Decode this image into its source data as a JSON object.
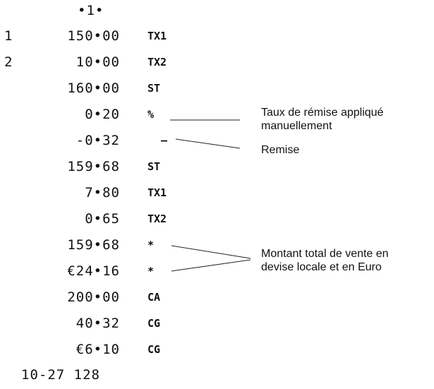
{
  "receipt": {
    "header": "•1•",
    "lines": [
      {
        "index": "1",
        "amount": "150•00",
        "code": "TX1"
      },
      {
        "index": "2",
        "amount": "10•00",
        "code": "TX2"
      },
      {
        "index": "",
        "amount": "160•00",
        "code": "ST"
      },
      {
        "index": "",
        "amount": "0•20",
        "code": "%"
      },
      {
        "index": "",
        "amount": "-0•32",
        "code": "–"
      },
      {
        "index": "",
        "amount": "159•68",
        "code": "ST"
      },
      {
        "index": "",
        "amount": "7•80",
        "code": "TX1"
      },
      {
        "index": "",
        "amount": "0•65",
        "code": "TX2"
      },
      {
        "index": "",
        "amount": "159•68",
        "code": "*"
      },
      {
        "index": "",
        "amount": "€24•16",
        "code": "*"
      },
      {
        "index": "",
        "amount": "200•00",
        "code": "CA"
      },
      {
        "index": "",
        "amount": "40•32",
        "code": "CG"
      },
      {
        "index": "",
        "amount": "€6•10",
        "code": "CG"
      }
    ],
    "footer": "10-27 128"
  },
  "callouts": {
    "discount_rate": [
      "Taux de rémise appliqué",
      "manuellement"
    ],
    "discount": "Remise",
    "total": [
      "Montant total de vente en",
      "devise locale et en Euro"
    ]
  }
}
